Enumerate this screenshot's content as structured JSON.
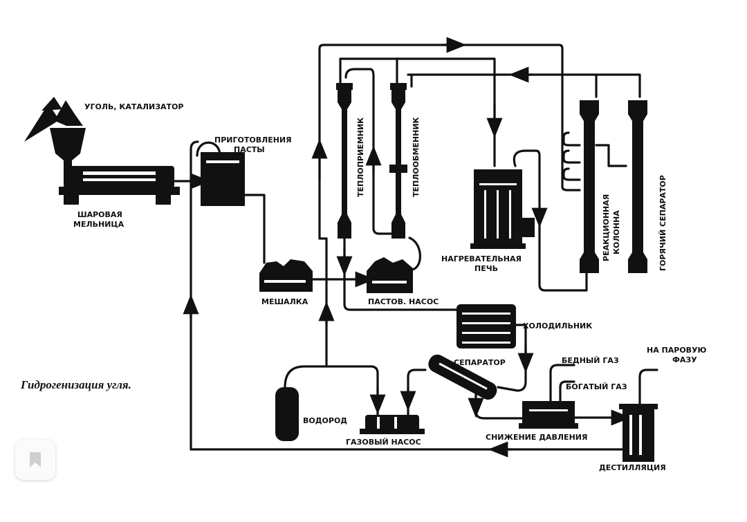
{
  "caption": "Гидрогенизация угля.",
  "labels": {
    "coal_catalyst": "УГОЛЬ, КАТАЛИЗАТОР",
    "paste_prep_1": "ПРИГОТОВЛЕНИЯ",
    "paste_prep_2": "ПАСТЫ",
    "ball_mill_1": "ШАРОВАЯ",
    "ball_mill_2": "МЕЛЬНИЦА",
    "mixer": "МЕШАЛКА",
    "paste_pump": "ПАСТОВ. НАСОС",
    "heat_receiver": "ТЕПЛОПРИЕМНИК",
    "heat_exchanger": "ТЕПЛООБМЕННИК",
    "furnace_1": "НАГРЕВАТЕЛЬНАЯ",
    "furnace_2": "ПЕЧЬ",
    "reaction_column_1": "РЕАКЦИОННАЯ",
    "reaction_column_2": "КОЛОННА",
    "hot_separator": "ГОРЯЧИЙ СЕПАРАТОР",
    "cooler": "ХОЛОДИЛЬНИК",
    "separator": "СЕПАРАТОР",
    "lean_gas": "БЕДНЫЙ ГАЗ",
    "rich_gas": "БОГАТЫЙ ГАЗ",
    "to_vapor_phase_1": "НА ПАРОВУЮ",
    "to_vapor_phase_2": "ФАЗУ",
    "hydrogen": "ВОДОРОД",
    "gas_pump": "ГАЗОВЫЙ НАСОС",
    "pressure_reduction": "СНИЖЕНИЕ ДАВЛЕНИЯ",
    "distillation": "ДЕСТИЛЛЯЦИЯ"
  },
  "icons": {
    "bookmark": "bookmark-icon"
  }
}
